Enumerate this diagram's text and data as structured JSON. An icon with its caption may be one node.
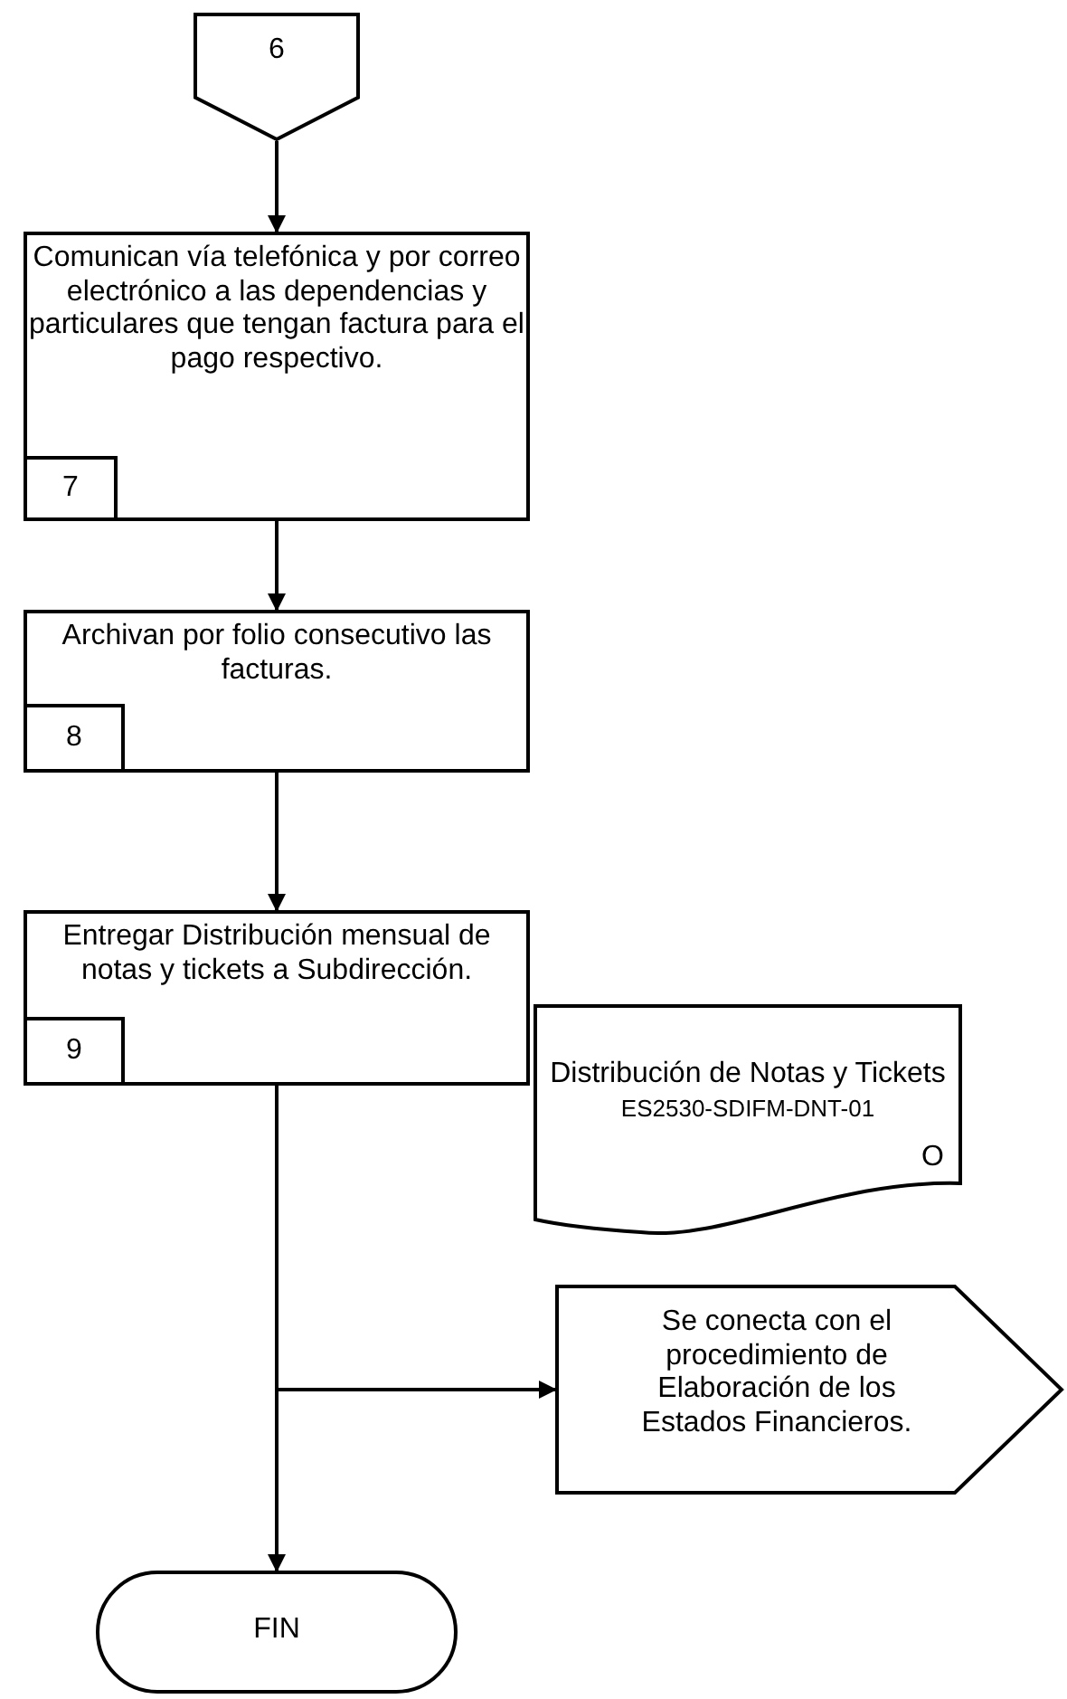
{
  "diagram": {
    "nodes": [
      {
        "text": [
          "6"
        ]
      },
      {
        "text": [
          "Comunican vía telefónica y por correo electrónico a las dependencias y particulares que tengan factura para el pago respectivo."
        ]
      },
      {
        "text": [
          "7"
        ],
        "in": 1
      },
      {
        "text": [
          "Archivan por folio consecutivo las facturas."
        ]
      },
      {
        "text": [
          "8"
        ],
        "in": 3
      },
      {
        "text": [
          "Entregar Distribución mensual de notas y tickets a Subdirección."
        ]
      },
      {
        "text": [
          "9"
        ],
        "in": 5
      },
      {
        "text": [
          "Distribución de Notas y Tickets",
          "ES2530-SDIFM-DNT-01",
          "O"
        ]
      },
      {
        "text": [
          "Se conecta con el procedimiento de Elaboración de los Estados Financieros."
        ]
      },
      {
        "text": [
          "FIN"
        ]
      }
    ],
    "edges": [
      {
        "from": 0,
        "to": 1,
        "arrow": "to"
      },
      {
        "from": 1,
        "to": 3,
        "arrow": "to"
      },
      {
        "from": 3,
        "to": 5,
        "arrow": "to"
      },
      {
        "from": 5,
        "to": 9,
        "arrow": "to"
      },
      {
        "from": 5,
        "to": 8,
        "arrow": "to"
      }
    ]
  }
}
